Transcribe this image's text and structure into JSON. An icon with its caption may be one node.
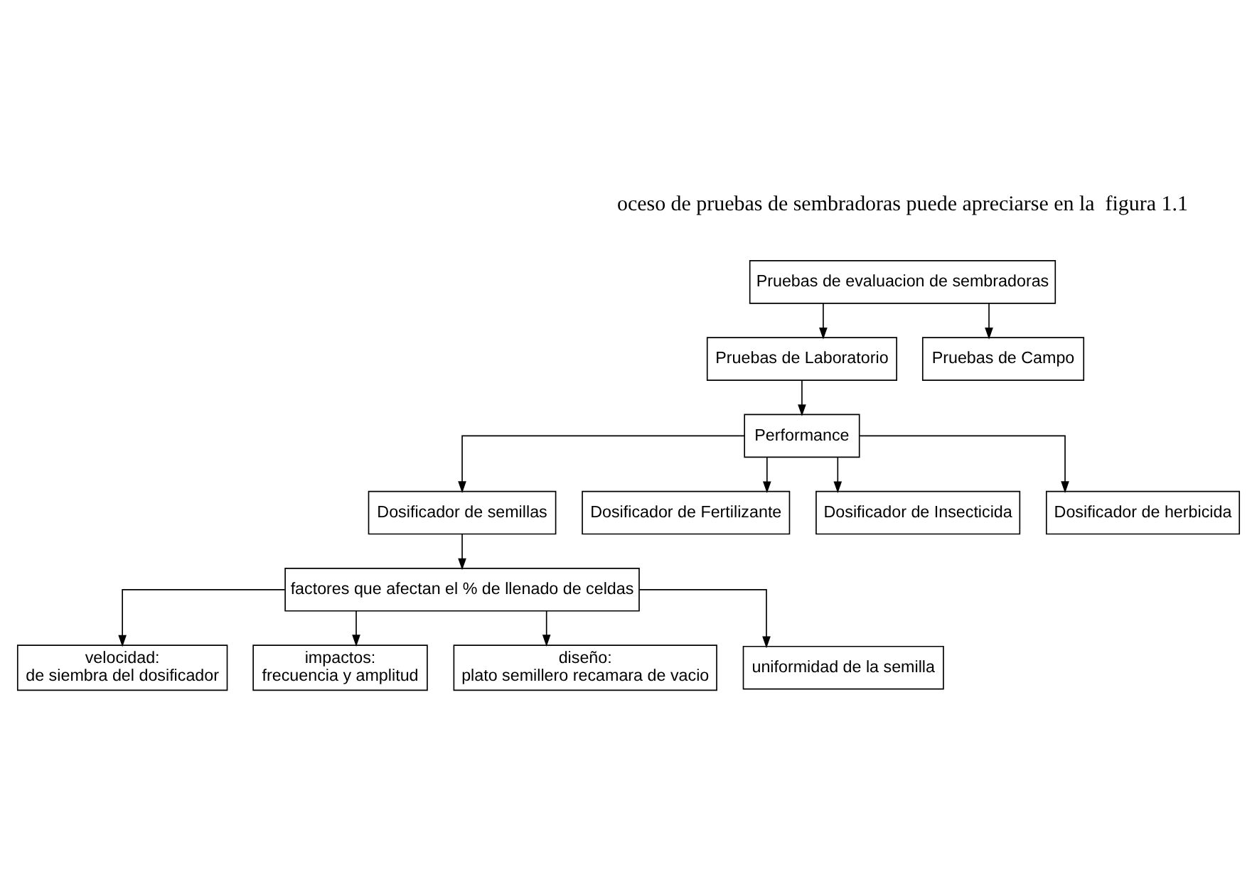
{
  "diagram": {
    "nodes": [
      {
        "text": [
          "Pruebas de evaluacion de sembradoras"
        ]
      },
      {
        "text": [
          "Pruebas de Laboratorio"
        ]
      },
      {
        "text": [
          "Pruebas de Campo"
        ]
      },
      {
        "text": [
          "Performance"
        ]
      },
      {
        "text": [
          "Dosificador de semillas"
        ]
      },
      {
        "text": [
          "Dosificador de Fertilizante"
        ]
      },
      {
        "text": [
          "Dosificador de Insecticida"
        ]
      },
      {
        "text": [
          "Dosificador de herbicida"
        ]
      },
      {
        "text": [
          "factores que afectan el % de llenado de celdas"
        ]
      },
      {
        "text": [
          "velocidad:",
          "de siembra del dosificador"
        ]
      },
      {
        "text": [
          "impactos:",
          "frecuencia y amplitud"
        ]
      },
      {
        "text": [
          "diseño:",
          "plato semillero recamara de vacio"
        ]
      },
      {
        "text": [
          "uniformidad de la semilla"
        ]
      }
    ],
    "edges": [
      {
        "from": 0,
        "to": 1,
        "arrow": "to"
      },
      {
        "from": 0,
        "to": 2,
        "arrow": "to"
      },
      {
        "from": 1,
        "to": 3,
        "arrow": "to"
      },
      {
        "from": 3,
        "to": 4,
        "arrow": "to"
      },
      {
        "from": 3,
        "to": 5,
        "arrow": "to"
      },
      {
        "from": 3,
        "to": 6,
        "arrow": "to"
      },
      {
        "from": 3,
        "to": 7,
        "arrow": "to"
      },
      {
        "from": 4,
        "to": 8,
        "arrow": "to"
      },
      {
        "from": 8,
        "to": 9,
        "arrow": "to"
      },
      {
        "from": 8,
        "to": 10,
        "arrow": "to"
      },
      {
        "from": 8,
        "to": 11,
        "arrow": "to"
      },
      {
        "from": 8,
        "to": 12,
        "arrow": "to"
      }
    ],
    "labels": [
      "oceso de pruebas de sembradoras puede apreciarse en la  figura 1.1"
    ]
  }
}
